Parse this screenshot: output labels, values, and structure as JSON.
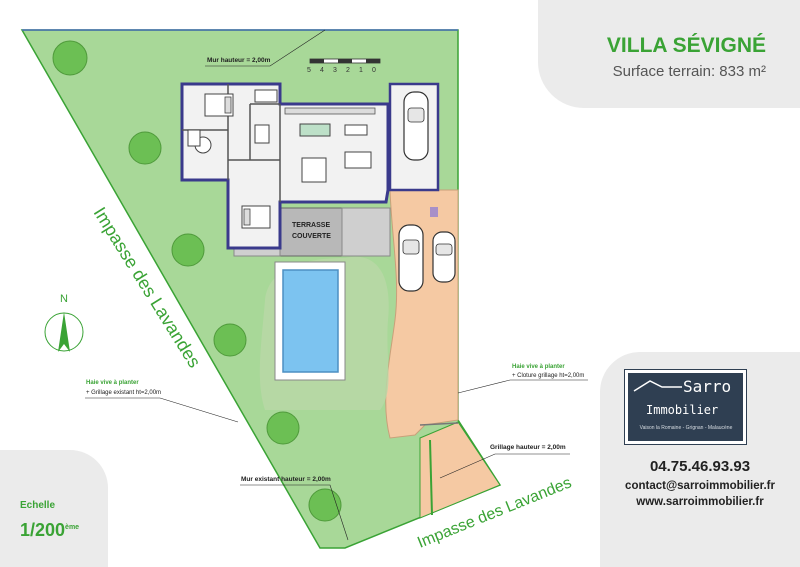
{
  "header": {
    "title": "VILLA SÉVIGNÉ",
    "surface": "Surface terrain: 833 m²"
  },
  "streets": {
    "west": "Impasse des Lavandes",
    "south": "Impasse des Lavandes"
  },
  "plan": {
    "north": "N",
    "scale_bar_ticks": [
      "5",
      "4",
      "3",
      "2",
      "1",
      "0"
    ],
    "terrace_line1": "TERRASSE",
    "terrace_line2": "COUVERTE"
  },
  "annotations": {
    "wall_top": "Mur hauteur = 2,00m",
    "hedge_left_line1": "Haie vive à planter",
    "hedge_left_line2": "+ Grillage existant ht=2,00m",
    "hedge_right_line1": "Haie vive à planter",
    "hedge_right_line2": "+ Cloture grillage ht=2,00m",
    "fence_right": "Grillage hauteur = 2,00m",
    "existing_wall": "Mur existant hauteur = 2,00m"
  },
  "scale": {
    "label": "Echelle",
    "value": "1/200",
    "suffix": "ème"
  },
  "agency": {
    "name": "Sarro",
    "subtitle": "Immobilier",
    "tagline": "Vaison la Romaine - Grignan - Malaucène",
    "phone": "04.75.46.93.93",
    "email": "contact@sarroimmobilier.fr",
    "website": "www.sarroimmobilier.fr"
  },
  "colors": {
    "title_green": "#3aa335",
    "lawn": "#a8d898",
    "parking": "#f5c9a3",
    "pool": "#7cc3f0",
    "logo_bg": "#2f3f52"
  }
}
